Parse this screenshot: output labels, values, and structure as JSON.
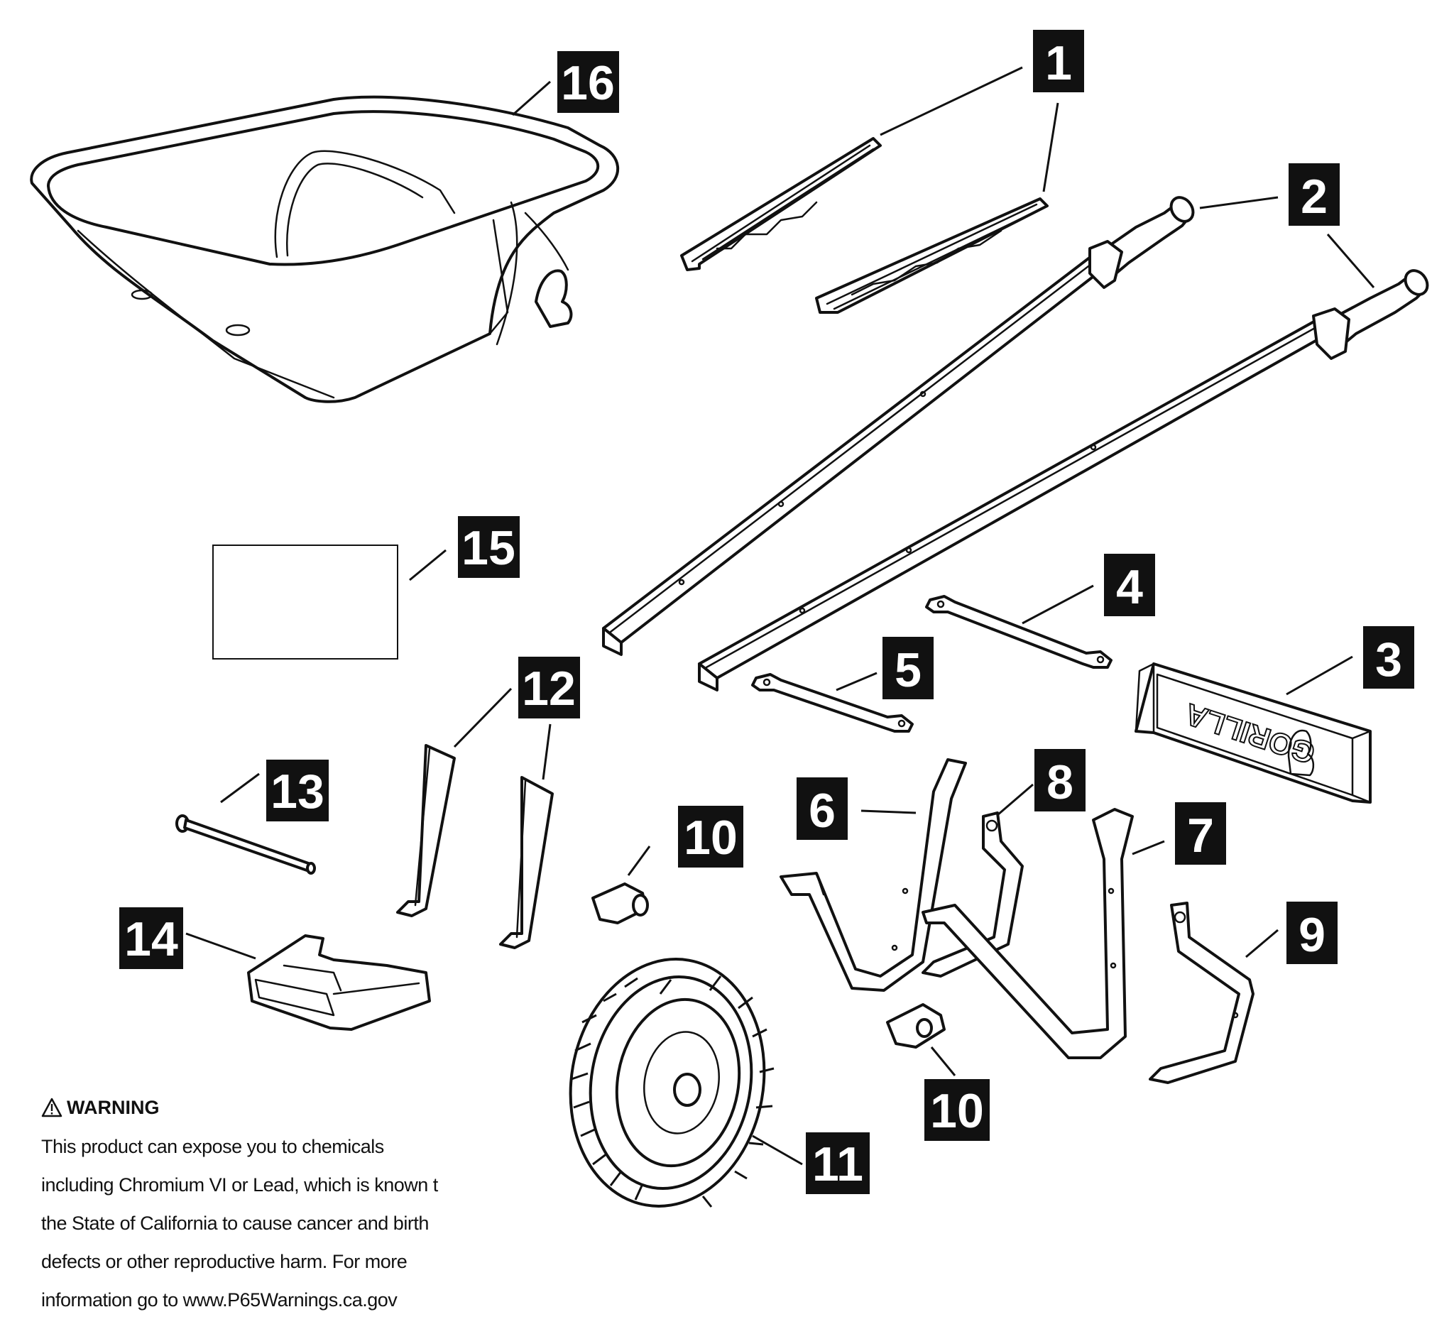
{
  "parts": [
    {
      "label": "1"
    },
    {
      "label": "1"
    },
    {
      "label": "2"
    },
    {
      "label": "2"
    },
    {
      "label": "3"
    },
    {
      "label": "4"
    },
    {
      "label": "5"
    },
    {
      "label": "6"
    },
    {
      "label": "7"
    },
    {
      "label": "8"
    },
    {
      "label": "9"
    },
    {
      "label": "10"
    },
    {
      "label": "10"
    },
    {
      "label": "11"
    },
    {
      "label": "12"
    },
    {
      "label": "12"
    },
    {
      "label": "13"
    },
    {
      "label": "14"
    },
    {
      "label": "15"
    },
    {
      "label": "16"
    }
  ],
  "callouts": [
    "1",
    "2",
    "3",
    "4",
    "5",
    "6",
    "7",
    "8",
    "9",
    "10",
    "10",
    "11",
    "12",
    "13",
    "14",
    "15",
    "16"
  ],
  "brand_plate_text": "GORILLA",
  "warning": {
    "title": "WARNING",
    "lines": [
      "This product can expose you to chemicals",
      "including Chromium VI or Lead, which is known t",
      "the State of California to cause cancer and birth",
      "defects or other reproductive harm.  For more",
      "information go to www.P65Warnings.ca.gov"
    ]
  },
  "colors": {
    "ink": "#111111",
    "paper": "#ffffff"
  },
  "icons": [
    "warning-triangle-icon",
    "gorilla-logo-icon"
  ]
}
